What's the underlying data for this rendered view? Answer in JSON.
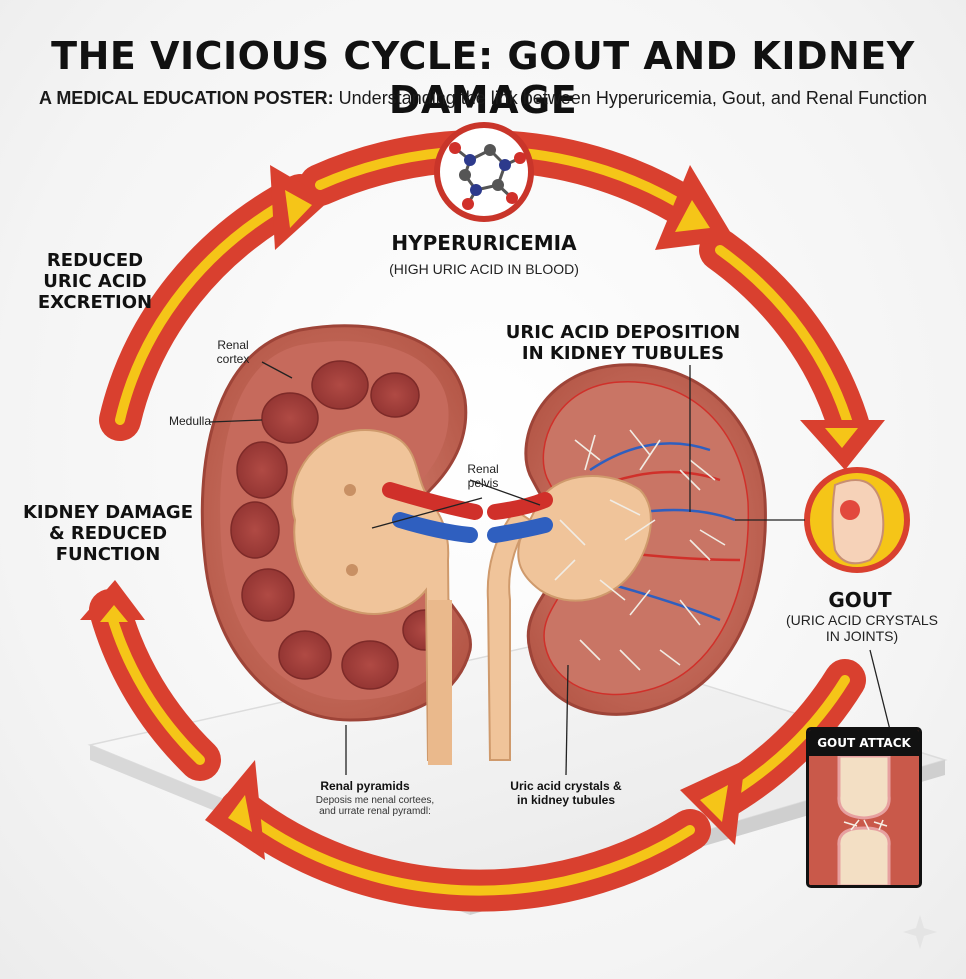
{
  "title": "THE VICIOUS CYCLE: GOUT AND KIDNEY DAMAGE",
  "subtitle_bold": "A MEDICAL EDUCATION POSTER:",
  "subtitle_rest": " Understanding the link between Hyperuricemia, Gout, and Renal Function",
  "cycle": {
    "hyperuricemia": "HYPERURICEMIA",
    "hyperuricemia_sub": "(HIGH URIC ACID IN BLOOD)",
    "deposition_1": "URIC ACID DEPOSITION",
    "deposition_2": "IN KIDNEY TUBULES",
    "gout": "GOUT",
    "gout_sub_1": "(URIC ACID CRYSTALS",
    "gout_sub_2": "IN JOINTS)",
    "damage_1": "KIDNEY DAMAGE",
    "damage_2": "& REDUCED",
    "damage_3": "FUNCTION",
    "excretion_1": "REDUCED",
    "excretion_2": "URIC ACID",
    "excretion_3": "EXCRETION"
  },
  "anatomy": {
    "renal_cortex_1": "Renal",
    "renal_cortex_2": "cortex",
    "medulla": "Medulla",
    "renal_pelvis_1": "Renal",
    "renal_pelvis_2": "pelvis",
    "pyramids": "Renal pyramids",
    "pyramids_note_1": "Deposis me nenal cortees,",
    "pyramids_note_2": "and urrate renal pyramdl:",
    "crystals_1": "Uric acid crystals &",
    "crystals_2": "in kidney tubules"
  },
  "attack": {
    "title": "GOUT ATTACK"
  },
  "colors": {
    "arrow_red": "#e0483a",
    "arrow_yellow": "#f5c518",
    "kidney": "#c96a5a",
    "pelvis": "#f0c49a",
    "artery": "#d0302a",
    "vein": "#2f5fbf"
  }
}
